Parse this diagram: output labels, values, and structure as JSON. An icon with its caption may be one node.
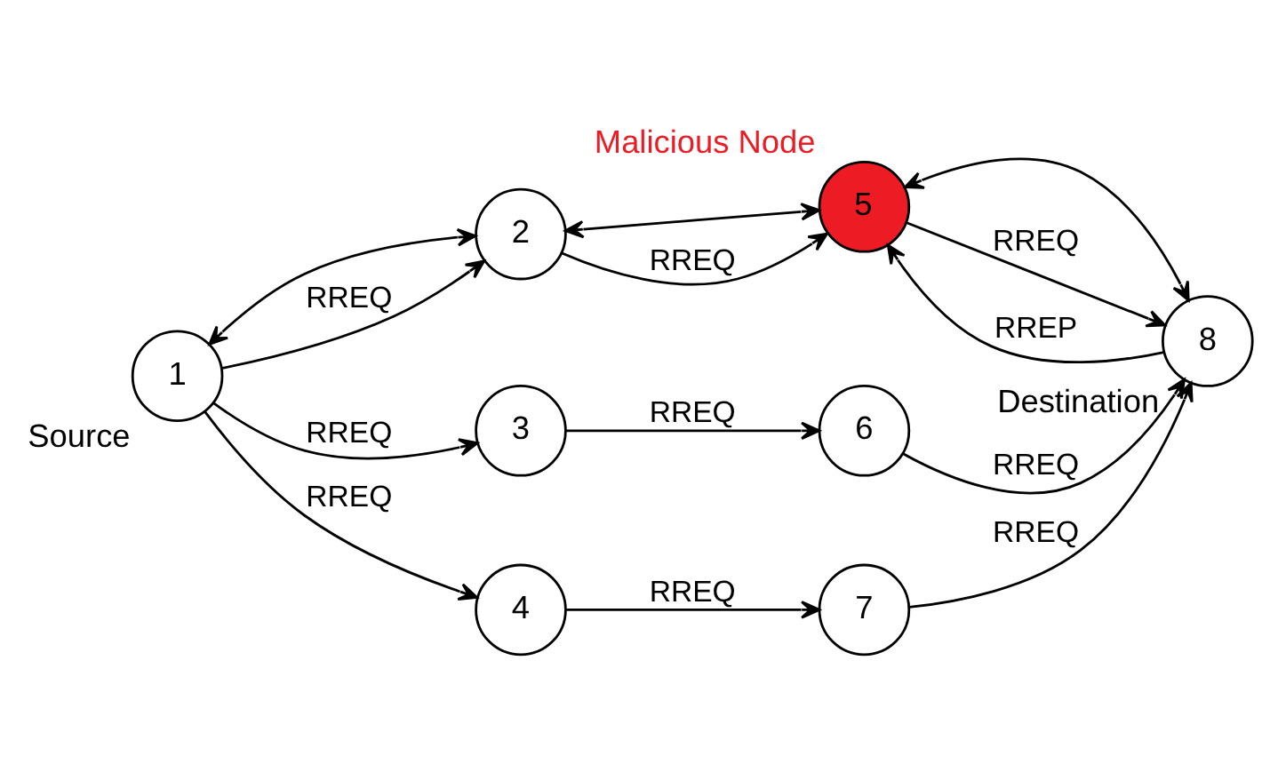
{
  "diagram": {
    "nodes": [
      {
        "text": [
          "1"
        ],
        "beside": [
          "Source"
        ]
      },
      {
        "text": [
          "2"
        ]
      },
      {
        "text": [
          "3"
        ]
      },
      {
        "text": [
          "4"
        ]
      },
      {
        "text": [
          "5"
        ],
        "beside": [
          "Malicious Node"
        ]
      },
      {
        "text": [
          "6"
        ]
      },
      {
        "text": [
          "7"
        ]
      },
      {
        "text": [
          "8"
        ],
        "beside": [
          "Destination"
        ]
      }
    ],
    "edges": [
      {
        "from": 0,
        "to": 1,
        "arrow": "both"
      },
      {
        "from": 0,
        "to": 1,
        "arrow": "to",
        "label": "RREQ"
      },
      {
        "from": 1,
        "to": 4,
        "arrow": "both"
      },
      {
        "from": 1,
        "to": 4,
        "arrow": "to",
        "label": "RREQ"
      },
      {
        "from": 4,
        "to": 7,
        "arrow": "both"
      },
      {
        "from": 4,
        "to": 7,
        "arrow": "to",
        "label": "RREQ"
      },
      {
        "from": 7,
        "to": 4,
        "arrow": "to",
        "label": "RREP"
      },
      {
        "from": 0,
        "to": 2,
        "arrow": "to",
        "label": "RREQ"
      },
      {
        "from": 0,
        "to": 3,
        "arrow": "to",
        "label": "RREQ"
      },
      {
        "from": 2,
        "to": 5,
        "arrow": "to",
        "label": "RREQ"
      },
      {
        "from": 3,
        "to": 6,
        "arrow": "to",
        "label": "RREQ"
      },
      {
        "from": 5,
        "to": 7,
        "arrow": "to",
        "label": "RREQ"
      },
      {
        "from": 6,
        "to": 7,
        "arrow": "to",
        "label": "RREQ"
      }
    ]
  }
}
